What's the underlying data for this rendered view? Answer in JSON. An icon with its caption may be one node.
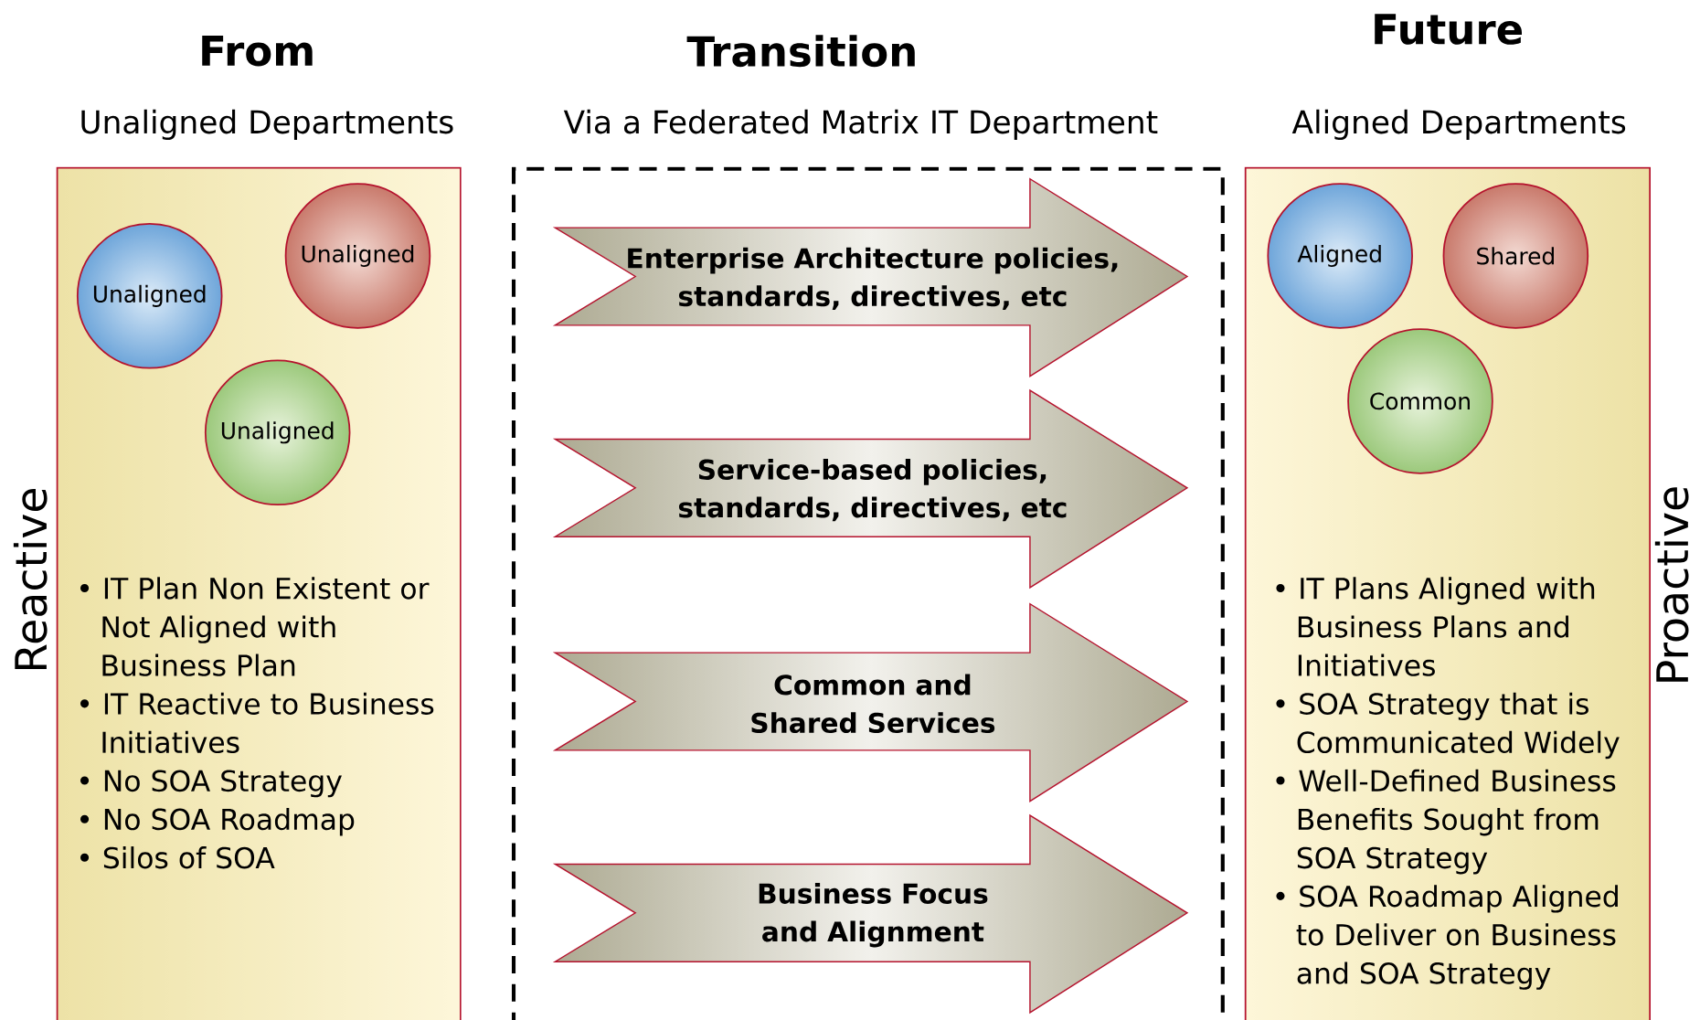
{
  "diagram": {
    "nodes": [
      {
        "text": [
          "From",
          "Unaligned Departments",
          "• IT Plan Non Existent or Not Aligned with Business Plan",
          "• IT Reactive to Business Initiatives",
          "• No SOA Strategy",
          "• No SOA Roadmap",
          "• Silos of SOA"
        ],
        "beside": [
          "Reactive"
        ]
      },
      {
        "text": [
          "Unaligned"
        ],
        "in": 0
      },
      {
        "text": [
          "Unaligned"
        ],
        "in": 0
      },
      {
        "text": [
          "Unaligned"
        ],
        "in": 0
      },
      {
        "text": [
          "Transition",
          "Via a Federated Matrix IT Department"
        ]
      },
      {
        "text": [
          "Enterprise Architecture policies, standards, directives, etc"
        ],
        "in": 4
      },
      {
        "text": [
          "Service-based policies, standards, directives, etc"
        ],
        "in": 4
      },
      {
        "text": [
          "Common and Shared Services"
        ],
        "in": 4
      },
      {
        "text": [
          "Business Focus and Alignment"
        ],
        "in": 4
      },
      {
        "text": [
          "Future",
          "Aligned Departments",
          "• IT Plans Aligned with Business Plans and Initiatives",
          "• SOA Strategy that is Communicated Widely",
          "• Well-Defined Business Benefits Sought from SOA Strategy",
          "• SOA Roadmap Aligned to Deliver on Business and SOA Strategy"
        ],
        "beside": [
          "Proactive"
        ]
      },
      {
        "text": [
          "Aligned"
        ],
        "in": 9
      },
      {
        "text": [
          "Shared"
        ],
        "in": 9
      },
      {
        "text": [
          "Common"
        ],
        "in": 9
      }
    ]
  }
}
